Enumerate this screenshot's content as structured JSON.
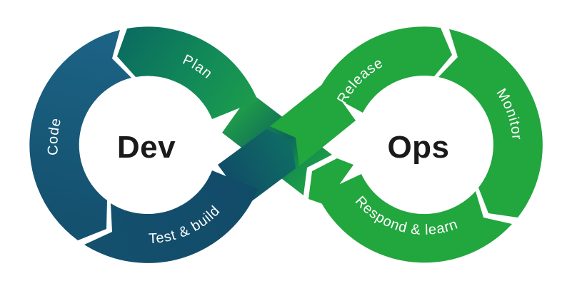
{
  "diagram": {
    "type": "devops-infinity-loop",
    "dev": {
      "title": "Dev",
      "segments": {
        "plan": "Plan",
        "code": "Code",
        "test_build": "Test & build"
      }
    },
    "ops": {
      "title": "Ops",
      "segments": {
        "release": "Release",
        "monitor": "Monitor",
        "respond_learn": "Respond & learn"
      }
    },
    "colors": {
      "dev_blue": "#1D6486",
      "dev_blue_dark": "#14516F",
      "teal": "#0E6E63",
      "green": "#22A63E",
      "plan_green": "#1FA149",
      "title_text": "#1A1A1A",
      "segment_label_text": "#FFFFFF"
    }
  }
}
